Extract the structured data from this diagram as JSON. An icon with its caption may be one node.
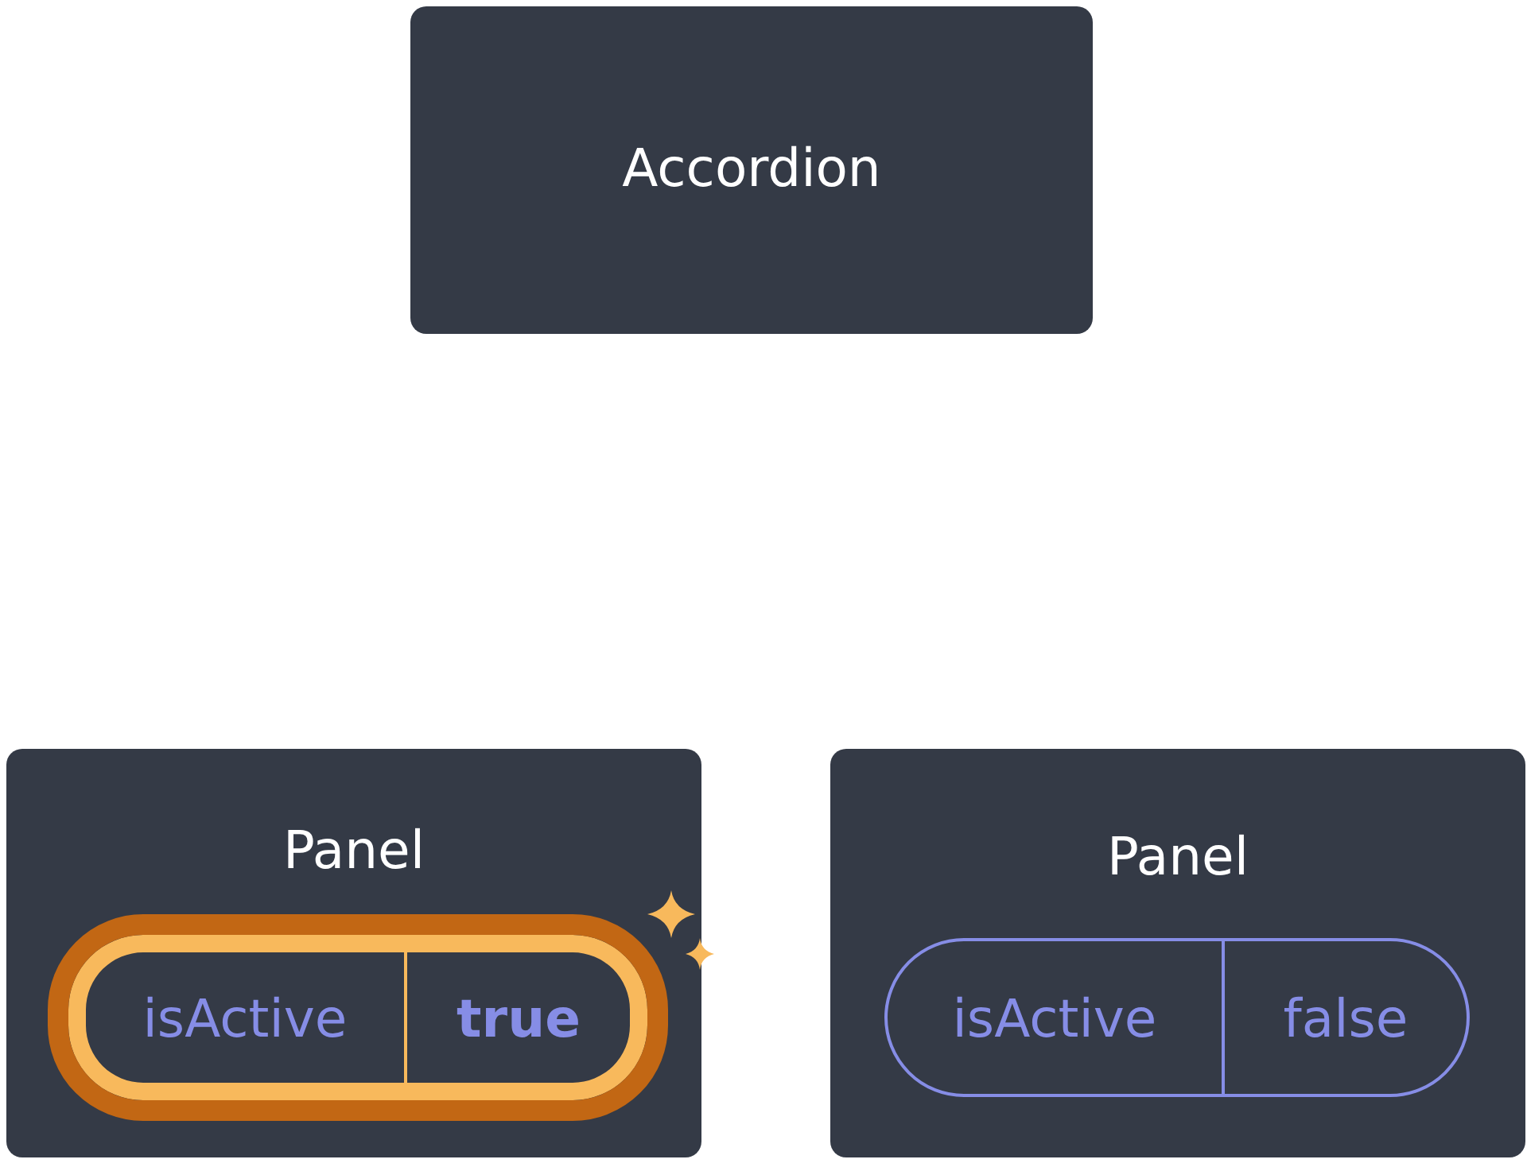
{
  "diagram": {
    "nodes": [
      {
        "text": [
          "Accordion"
        ]
      },
      {
        "text": [
          "Panel"
        ]
      },
      {
        "text": [
          "isActive",
          "true"
        ],
        "in": 1
      },
      {
        "text": [
          "Panel"
        ]
      },
      {
        "text": [
          "isActive",
          "false"
        ],
        "in": 3
      }
    ]
  }
}
